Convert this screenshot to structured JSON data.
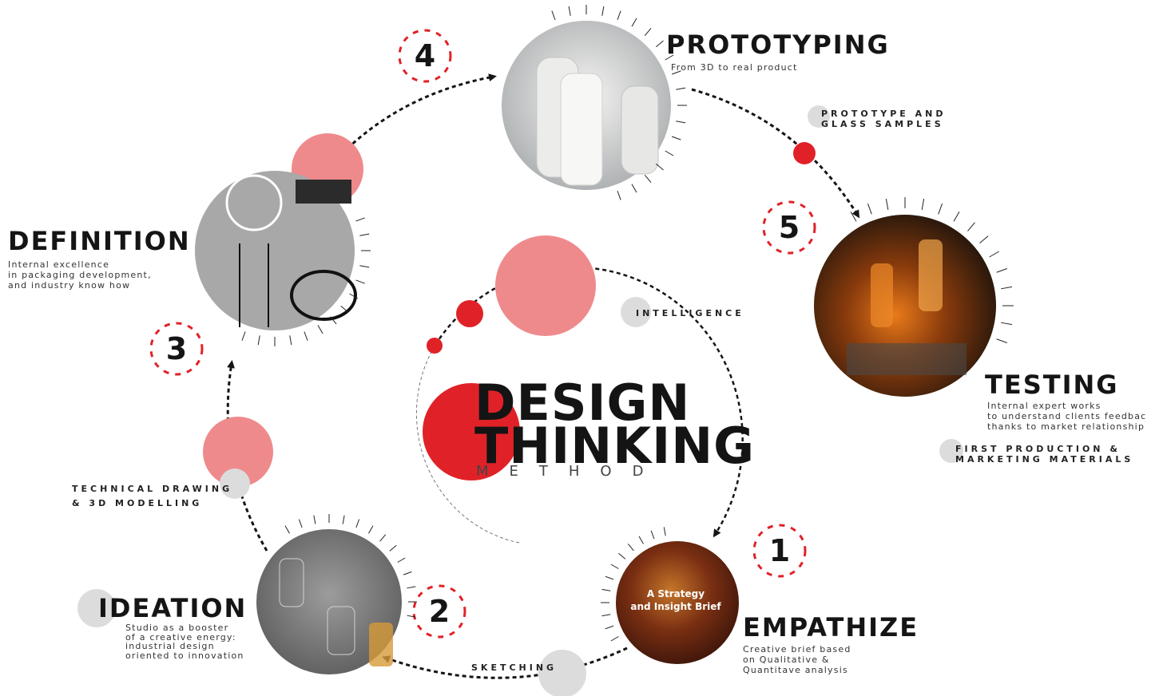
{
  "center": {
    "title_line1": "DESIGN",
    "title_line2": "THINKING",
    "subtitle": "METHOD",
    "tag": "INTELLIGENCE"
  },
  "stages": {
    "prototyping": {
      "number": "4",
      "title": "PROTOTYPING",
      "description": "From 3D to real product",
      "tag": "PROTOTYPE AND\nGLASS SAMPLES"
    },
    "testing": {
      "number": "5",
      "title": "TESTING",
      "description": "Internal expert works\nto understand clients feedbac\nthanks to market relationship",
      "tag": "FIRST PRODUCTION &\nMARKETING MATERIALS"
    },
    "definition": {
      "number": "3",
      "title": "DEFINITION",
      "description": "Internal excellence\nin packaging development,\nand industry know how",
      "tag": "TECHNICAL DRAWING\n& 3D MODELLING"
    },
    "ideation": {
      "number": "2",
      "title": "IDEATION",
      "description": "Studio as a booster\nof a creative energy:\nindustrial design\noriented to innovation",
      "tag": "SKETCHING"
    },
    "empathize": {
      "number": "1",
      "title": "EMPATHIZE",
      "description": "Creative brief based\non Qualitative &\nQuantitave analysis",
      "image_text": "A Strategy\nand Insight Brief"
    }
  },
  "colors": {
    "red": "#e02228",
    "pink": "#ef8a8c",
    "gray": "#dcdcdc",
    "dark": "#151515"
  }
}
